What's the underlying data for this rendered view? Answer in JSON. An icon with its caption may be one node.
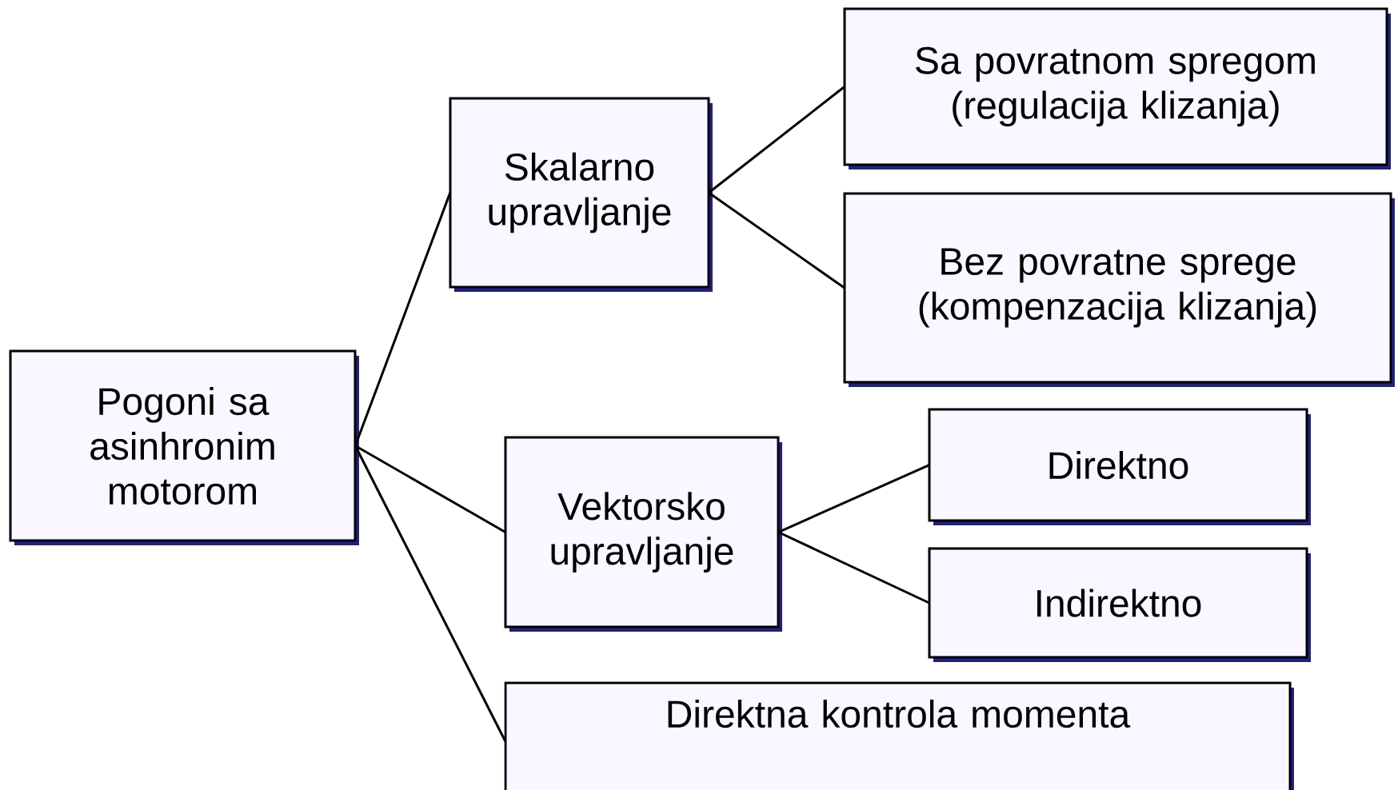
{
  "diagram": {
    "nodes": [
      {
        "text": [
          "Pogoni sa asinhronim motorom"
        ]
      },
      {
        "text": [
          "Skalarno upravljanje"
        ]
      },
      {
        "text": [
          "Sa povratnom spregom (regulacija klizanja)"
        ]
      },
      {
        "text": [
          "Bez povratne sprege (kompenzacija klizanja)"
        ]
      },
      {
        "text": [
          "Vektorsko upravljanje"
        ]
      },
      {
        "text": [
          "Direktno"
        ]
      },
      {
        "text": [
          "Indirektno"
        ]
      },
      {
        "text": [
          "Direktna kontrola momenta"
        ]
      }
    ],
    "edges": [
      {
        "from": 0,
        "to": 1,
        "arrow": "none"
      },
      {
        "from": 0,
        "to": 4,
        "arrow": "none"
      },
      {
        "from": 0,
        "to": 7,
        "arrow": "none"
      },
      {
        "from": 1,
        "to": 2,
        "arrow": "none"
      },
      {
        "from": 1,
        "to": 3,
        "arrow": "none"
      },
      {
        "from": 4,
        "to": 5,
        "arrow": "none"
      },
      {
        "from": 4,
        "to": 6,
        "arrow": "none"
      }
    ]
  }
}
